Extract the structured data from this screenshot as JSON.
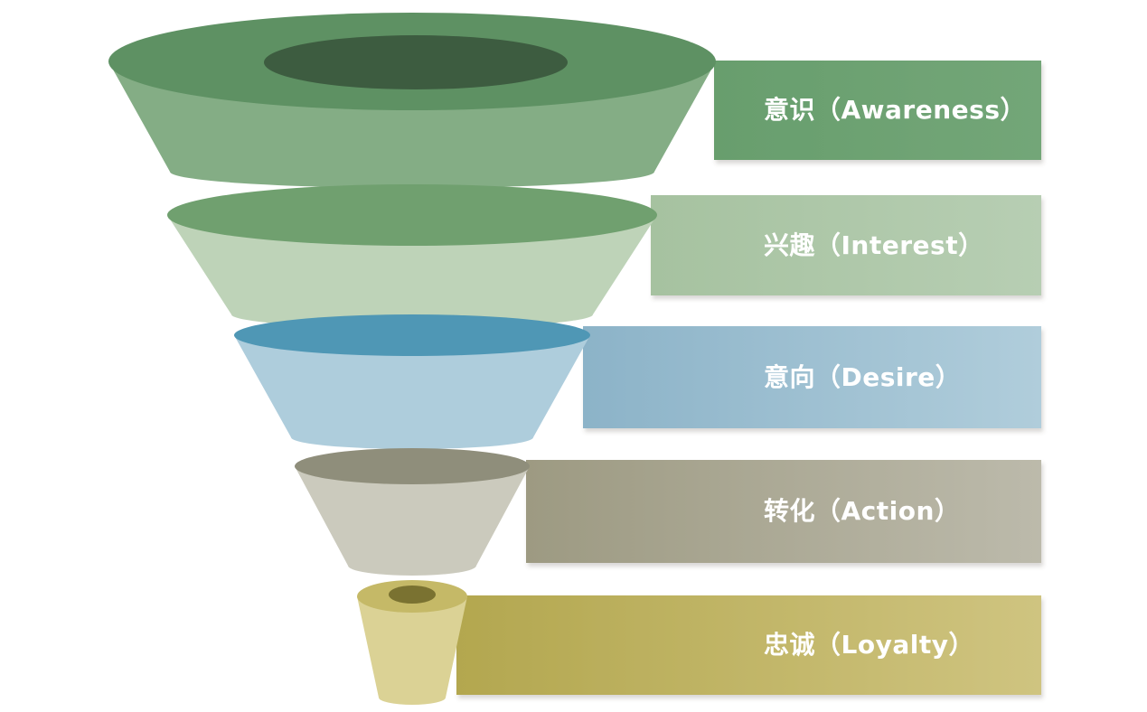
{
  "background_color": "#ffffff",
  "label_text_color": "#ffffff",
  "funnel": {
    "stages": [
      {
        "id": "awareness",
        "label": "意识（Awareness）",
        "rim_color": "#5e9163",
        "hole_color": "#3d5c40",
        "body_color": "#84ad85",
        "bar_color_left": "#689e6d",
        "bar_color_right": "#73a678"
      },
      {
        "id": "interest",
        "label": "兴趣（Interest）",
        "rim_color": "#70a06f",
        "body_color": "#bed3b8",
        "bar_color_left": "#a6c2a0",
        "bar_color_right": "#b7ceb3"
      },
      {
        "id": "desire",
        "label": "意向（Desire）",
        "rim_color": "#4f97b5",
        "body_color": "#aecddc",
        "bar_color_left": "#8cb3c8",
        "bar_color_right": "#b0cddb"
      },
      {
        "id": "action",
        "label": "转化（Action）",
        "rim_color": "#8f8e7b",
        "body_color": "#cbcabd",
        "bar_color_left": "#9d9a82",
        "bar_color_right": "#bcbaab"
      },
      {
        "id": "loyalty",
        "label": "忠诚（Loyalty）",
        "rim_color": "#c5b967",
        "hole_color": "#7a7231",
        "body_color": "#dbd295",
        "bar_color_left": "#b3a74f",
        "bar_color_right": "#cfc480"
      }
    ]
  }
}
